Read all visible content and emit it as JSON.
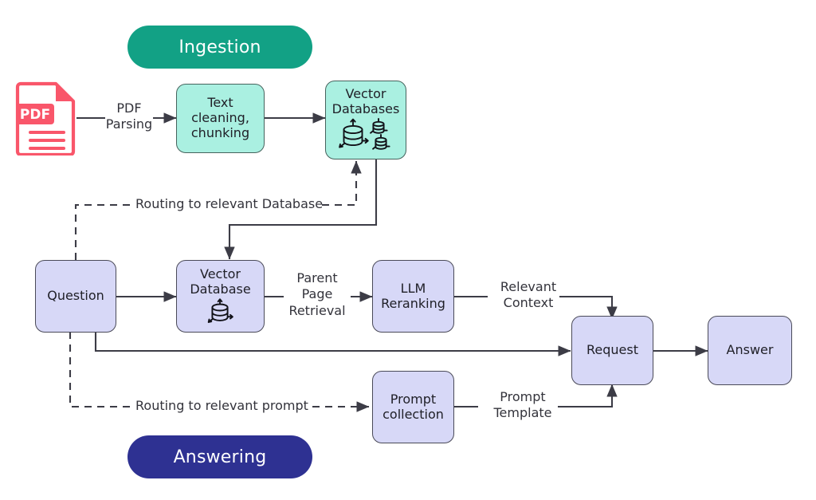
{
  "diagram": {
    "title_phases": [
      {
        "id": "ingestion",
        "label": "Ingestion",
        "color": "#12a185"
      },
      {
        "id": "answering",
        "label": "Answering",
        "color": "#2e3192"
      }
    ],
    "nodes": [
      {
        "id": "pdf-document",
        "label": "PDF",
        "kind": "pdf-icon",
        "color": "#f9566a"
      },
      {
        "id": "text-cleaning",
        "label": "Text\ncleaning,\nchunking",
        "kind": "mint-box",
        "color": "#aaf0e1"
      },
      {
        "id": "vector-databases",
        "label": "Vector\nDatabases",
        "kind": "mint-box",
        "color": "#aaf0e1",
        "icon": "three-databases-icon"
      },
      {
        "id": "question",
        "label": "Question",
        "kind": "lavender-box",
        "color": "#d7d8f7"
      },
      {
        "id": "vector-database",
        "label": "Vector\nDatabase",
        "kind": "lavender-box",
        "color": "#d7d8f7",
        "icon": "database-icon"
      },
      {
        "id": "llm-reranking",
        "label": "LLM\nReranking",
        "kind": "lavender-box",
        "color": "#d7d8f7"
      },
      {
        "id": "prompt-collection",
        "label": "Prompt\ncollection",
        "kind": "lavender-box",
        "color": "#d7d8f7"
      },
      {
        "id": "request",
        "label": "Request",
        "kind": "lavender-box",
        "color": "#d7d8f7"
      },
      {
        "id": "answer",
        "label": "Answer",
        "kind": "lavender-box",
        "color": "#d7d8f7"
      }
    ],
    "edge_labels": [
      {
        "id": "pdf-parsing",
        "label": "PDF\nParsing",
        "style": "solid"
      },
      {
        "id": "parent-page-retrieval",
        "label": "Parent\nPage\nRetrieval",
        "style": "solid"
      },
      {
        "id": "relevant-context",
        "label": "Relevant\nContext",
        "style": "solid"
      },
      {
        "id": "prompt-template",
        "label": "Prompt\nTemplate",
        "style": "solid"
      },
      {
        "id": "routing-database",
        "label": "Routing to relevant Database",
        "style": "dashed"
      },
      {
        "id": "routing-prompt",
        "label": "Routing to relevant prompt",
        "style": "dashed"
      }
    ],
    "stroke_color": "#3c3c46"
  }
}
